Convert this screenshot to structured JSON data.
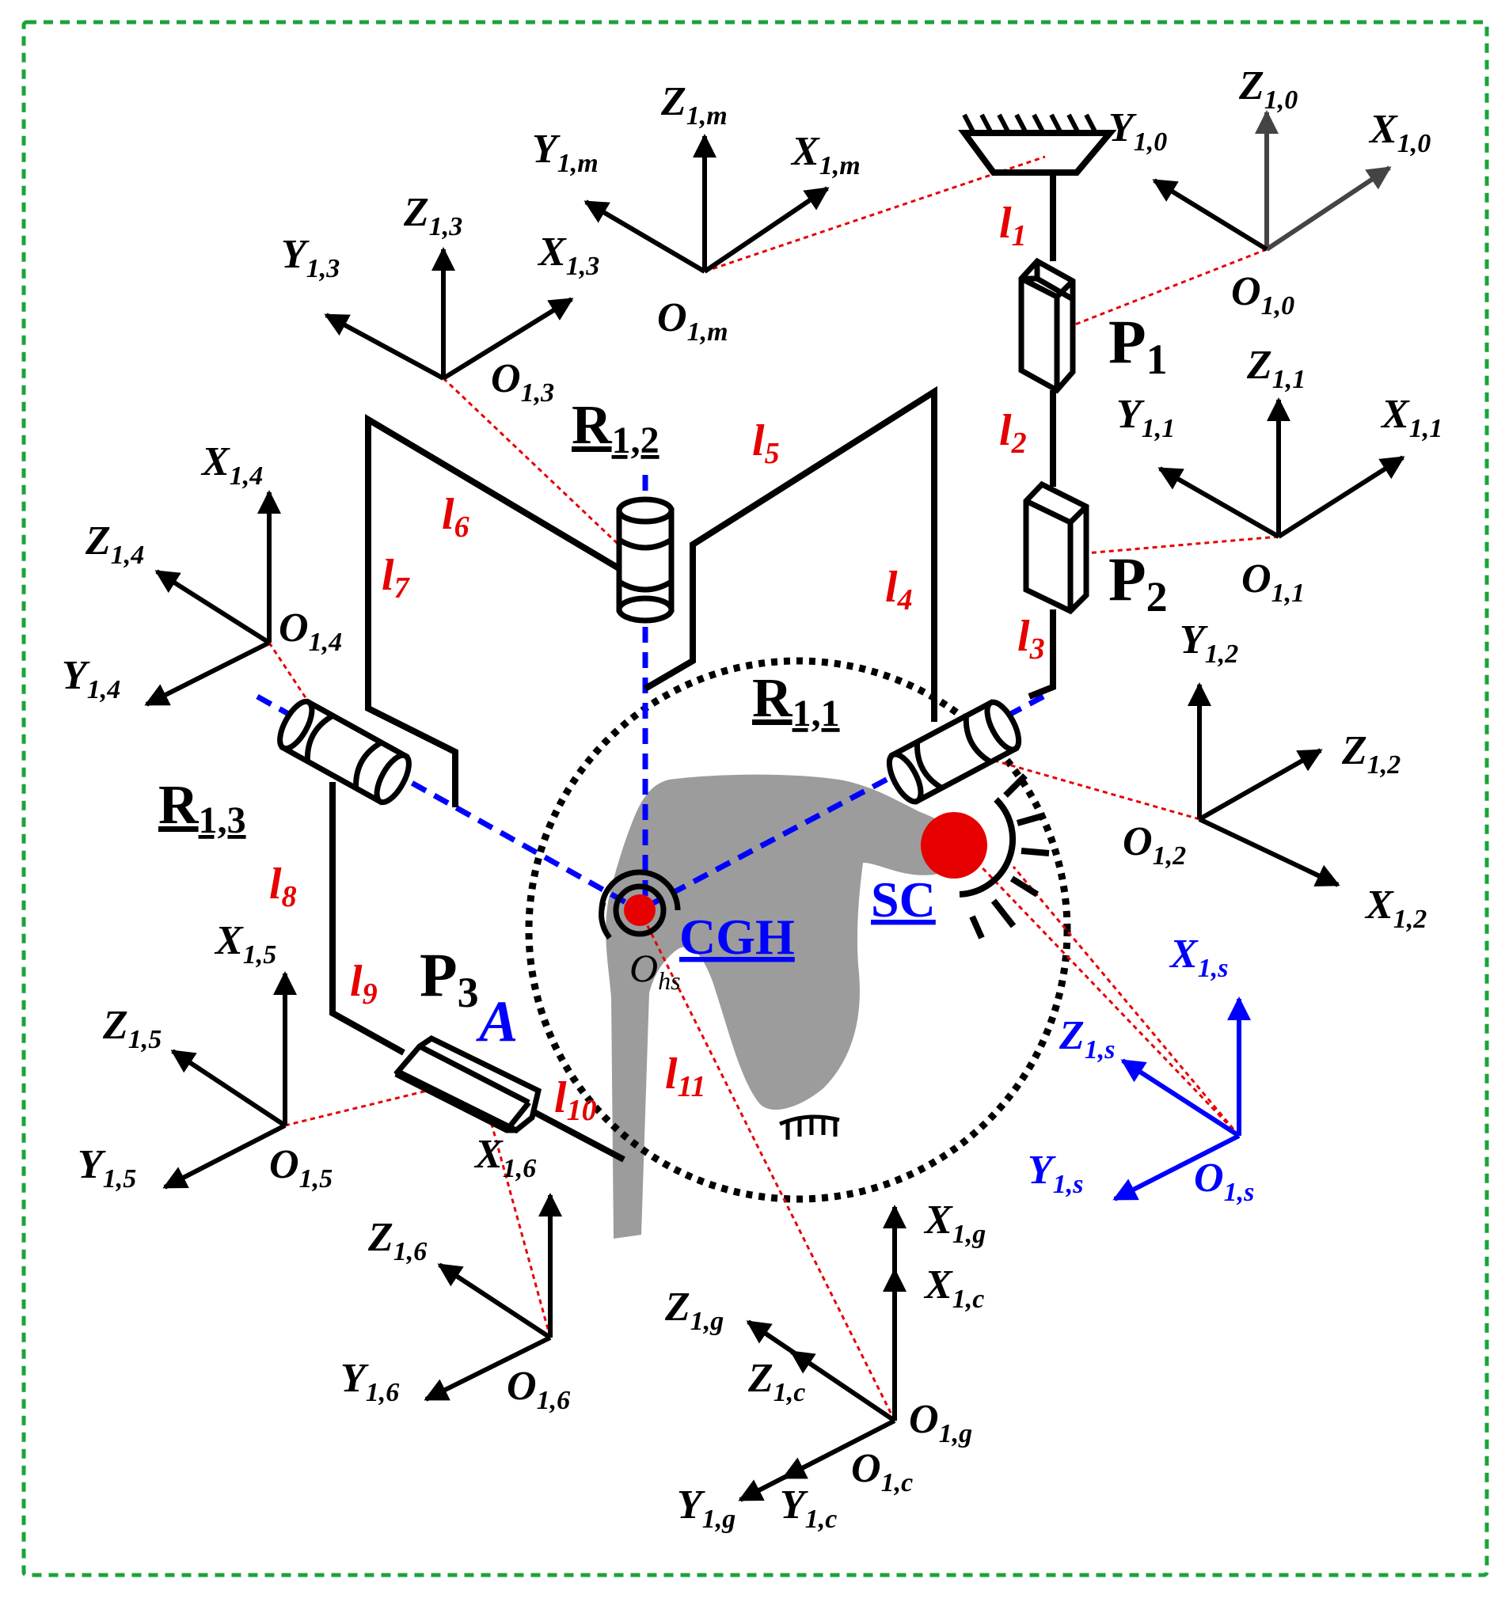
{
  "colors": {
    "border": "#1aa33a",
    "link_lines": "#000000",
    "length_labels": "#e60000",
    "joint_axes": "#0000ff",
    "connector_lines": "#e60000",
    "shoulder": "#9c9c9c",
    "joint_points": "#e60000",
    "sensor_frame": "#0000ff"
  },
  "frames": {
    "f10": {
      "origin": "O",
      "origin_sub": "1,0",
      "x": "X",
      "x_sub": "1,0",
      "y": "Y",
      "y_sub": "1,0",
      "z": "Z",
      "z_sub": "1,0"
    },
    "f1m": {
      "origin": "O",
      "origin_sub": "1,m",
      "x": "X",
      "x_sub": "1,m",
      "y": "Y",
      "y_sub": "1,m",
      "z": "Z",
      "z_sub": "1,m"
    },
    "f13": {
      "origin": "O",
      "origin_sub": "1,3",
      "x": "X",
      "x_sub": "1,3",
      "y": "Y",
      "y_sub": "1,3",
      "z": "Z",
      "z_sub": "1,3"
    },
    "f11": {
      "origin": "O",
      "origin_sub": "1,1",
      "x": "X",
      "x_sub": "1,1",
      "y": "Y",
      "y_sub": "1,1",
      "z": "Z",
      "z_sub": "1,1"
    },
    "f14": {
      "origin": "O",
      "origin_sub": "1,4",
      "x": "X",
      "x_sub": "1,4",
      "y": "Y",
      "y_sub": "1,4",
      "z": "Z",
      "z_sub": "1,4"
    },
    "f12": {
      "origin": "O",
      "origin_sub": "1,2",
      "x": "X",
      "x_sub": "1,2",
      "y": "Y",
      "y_sub": "1,2",
      "z": "Z",
      "z_sub": "1,2"
    },
    "f15": {
      "origin": "O",
      "origin_sub": "1,5",
      "x": "X",
      "x_sub": "1,5",
      "y": "Y",
      "y_sub": "1,5",
      "z": "Z",
      "z_sub": "1,5"
    },
    "f1s": {
      "origin": "O",
      "origin_sub": "1,s",
      "x": "X",
      "x_sub": "1,s",
      "y": "Y",
      "y_sub": "1,s",
      "z": "Z",
      "z_sub": "1,s"
    },
    "f16": {
      "origin": "O",
      "origin_sub": "1,6",
      "x": "X",
      "x_sub": "1,6",
      "y": "Y",
      "y_sub": "1,6",
      "z": "Z",
      "z_sub": "1,6"
    },
    "f1g": {
      "origin": "O",
      "origin_sub": "1,g",
      "x": "X",
      "x_sub": "1,g",
      "y": "Y",
      "y_sub": "1,g",
      "z": "Z",
      "z_sub": "1,g"
    },
    "f1c": {
      "origin": "O",
      "origin_sub": "1,c",
      "x": "X",
      "x_sub": "1,c",
      "y": "Y",
      "y_sub": "1,c",
      "z": "Z",
      "z_sub": "1,c"
    }
  },
  "joints": {
    "p1": {
      "main": "P",
      "sub": "1"
    },
    "p2": {
      "main": "P",
      "sub": "2"
    },
    "p3": {
      "main": "P",
      "sub": "3"
    },
    "r11": {
      "main": "R",
      "sub": "1,1"
    },
    "r12": {
      "main": "R",
      "sub": "1,2"
    },
    "r13": {
      "main": "R",
      "sub": "1,3"
    }
  },
  "lengths": {
    "l1": {
      "main": "l",
      "sub": "1"
    },
    "l2": {
      "main": "l",
      "sub": "2"
    },
    "l3": {
      "main": "l",
      "sub": "3"
    },
    "l4": {
      "main": "l",
      "sub": "4"
    },
    "l5": {
      "main": "l",
      "sub": "5"
    },
    "l6": {
      "main": "l",
      "sub": "6"
    },
    "l7": {
      "main": "l",
      "sub": "7"
    },
    "l8": {
      "main": "l",
      "sub": "8"
    },
    "l9": {
      "main": "l",
      "sub": "9"
    },
    "l10": {
      "main": "l",
      "sub": "10"
    },
    "l11": {
      "main": "l",
      "sub": "11"
    }
  },
  "points": {
    "cgh": "CGH",
    "sc": "SC",
    "a": "A",
    "ohs": {
      "main": "O",
      "sub": "hs"
    }
  }
}
